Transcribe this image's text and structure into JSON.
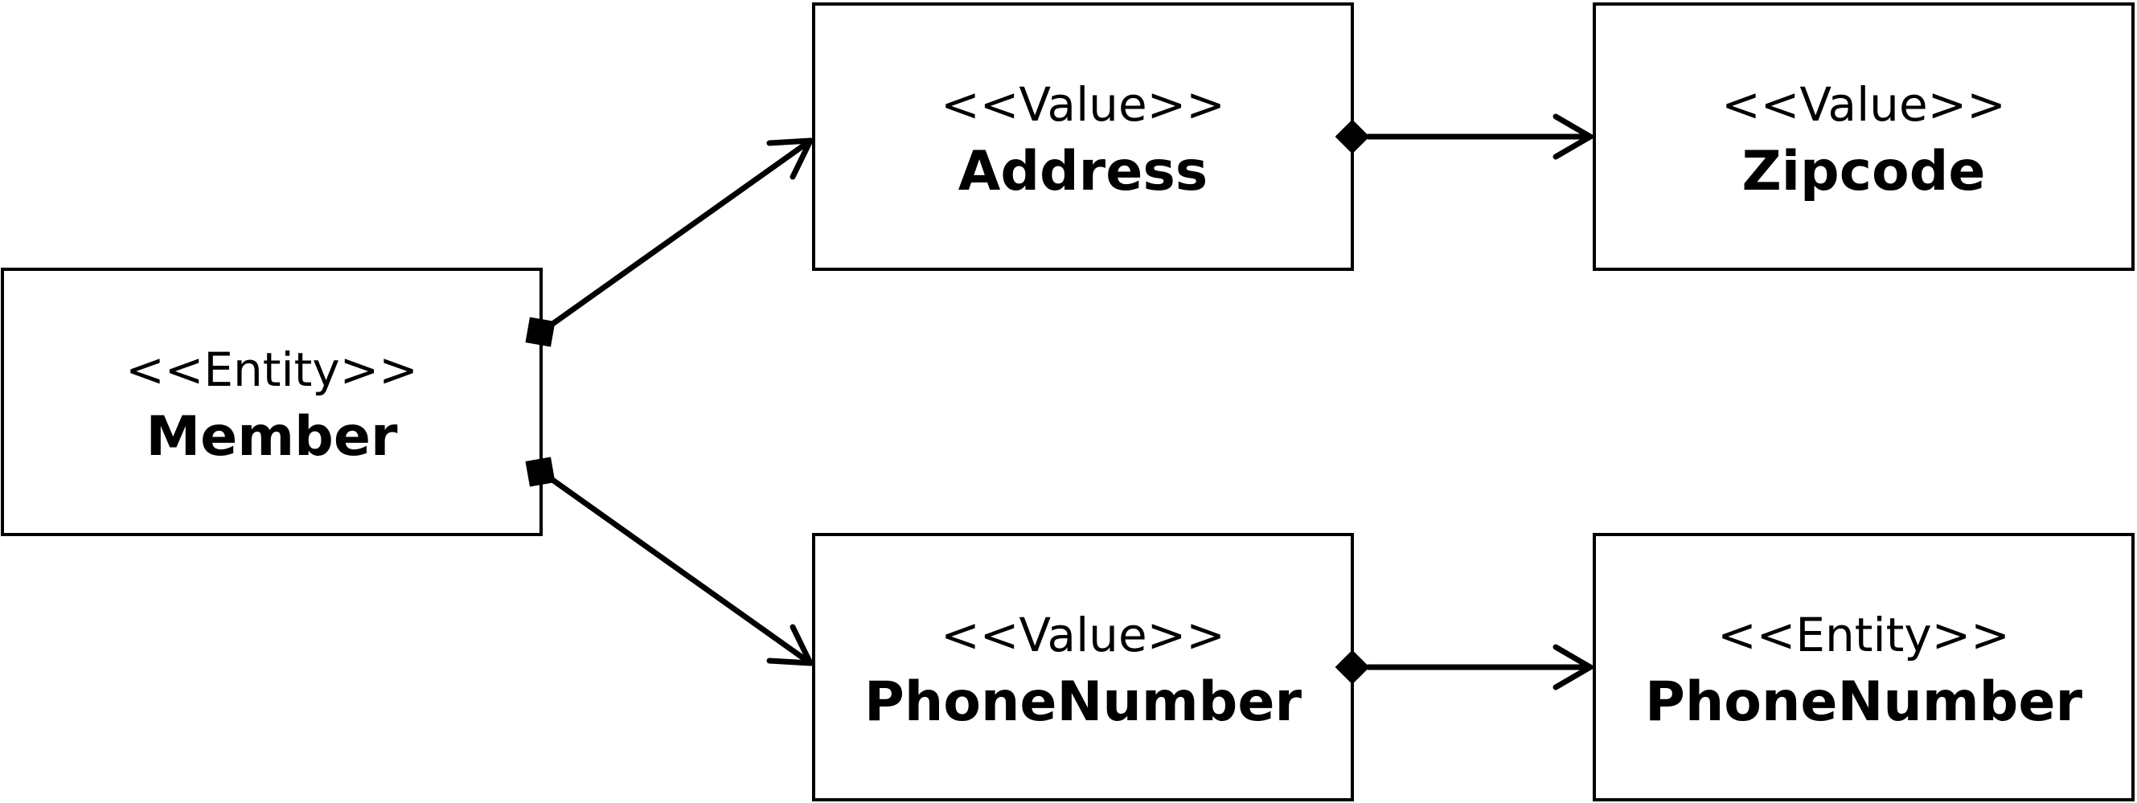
{
  "diagram": {
    "nodes": {
      "member": {
        "stereotype": "<<Entity>>",
        "name": "Member"
      },
      "address": {
        "stereotype": "<<Value>>",
        "name": "Address"
      },
      "zipcode": {
        "stereotype": "<<Value>>",
        "name": "Zipcode"
      },
      "phone_value": {
        "stereotype": "<<Value>>",
        "name": "PhoneNumber"
      },
      "phone_entity": {
        "stereotype": "<<Entity>>",
        "name": "PhoneNumber"
      }
    },
    "edges": [
      {
        "from": "Member",
        "to": "Address",
        "source_marker": "square",
        "target": "open-arrow"
      },
      {
        "from": "Member",
        "to": "PhoneNumber",
        "source_marker": "square",
        "target": "open-arrow"
      },
      {
        "from": "Address",
        "to": "Zipcode",
        "source_marker": "diamond",
        "target": "open-arrow"
      },
      {
        "from": "PhoneNumber",
        "to": "PhoneNumber",
        "source_marker": "diamond",
        "target": "open-arrow"
      }
    ]
  }
}
